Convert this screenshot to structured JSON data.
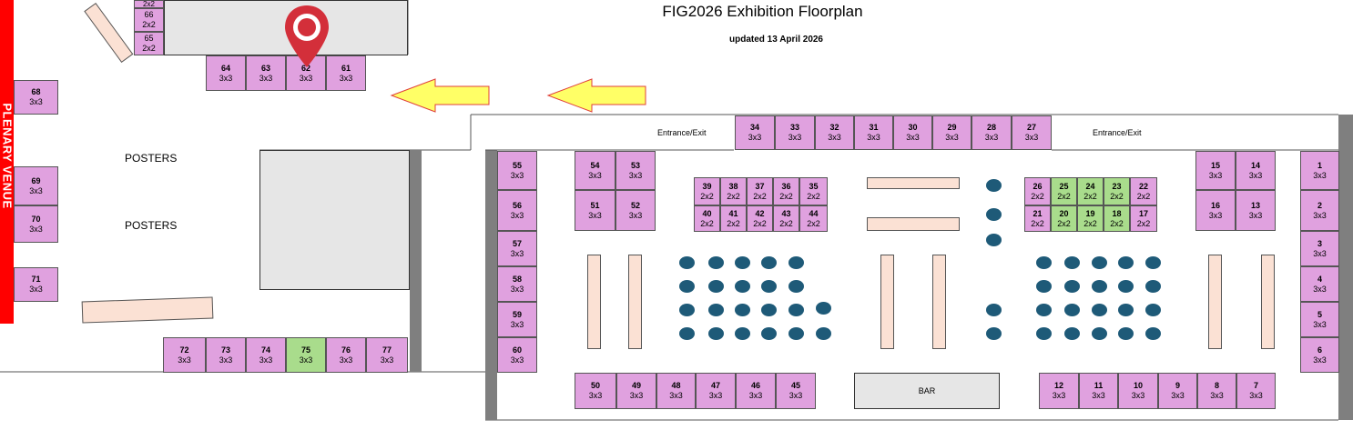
{
  "title": "FIG2026 Exhibition Floorplan",
  "updated": "updated  13 April 2026",
  "plenary": "PLENARY VENUE",
  "posters_1": "POSTERS",
  "posters_2": "POSTERS",
  "entrance_left": "Entrance/Exit",
  "entrance_right": "Entrance/Exit",
  "bar": "BAR",
  "colors": {
    "booth": "#e0a1df",
    "booth_taken_green": "#a9dc8c",
    "table": "#fbe1d4",
    "round_table": "#1e5a78",
    "arrow": "#ffff66",
    "plenary": "#ff0000",
    "marker": "#d32f3a"
  },
  "marker_icon": "map-pin-icon",
  "booths": {
    "top_left_66": {
      "num": "66",
      "size": "2x2"
    },
    "top_left_65": {
      "num": "65",
      "size": "2x2"
    },
    "top_left_cut": {
      "size": "2x2"
    },
    "b64": {
      "num": "64",
      "size": "3x3"
    },
    "b63": {
      "num": "63",
      "size": "3x3"
    },
    "b62": {
      "num": "62",
      "size": "3x3"
    },
    "b61": {
      "num": "61",
      "size": "3x3"
    },
    "b68": {
      "num": "68",
      "size": "3x3"
    },
    "b69": {
      "num": "69",
      "size": "3x3"
    },
    "b70": {
      "num": "70",
      "size": "3x3"
    },
    "b71": {
      "num": "71",
      "size": "3x3"
    },
    "b72": {
      "num": "72",
      "size": "3x3"
    },
    "b73": {
      "num": "73",
      "size": "3x3"
    },
    "b74": {
      "num": "74",
      "size": "3x3"
    },
    "b75": {
      "num": "75",
      "size": "3x3"
    },
    "b76": {
      "num": "76",
      "size": "3x3"
    },
    "b77": {
      "num": "77",
      "size": "3x3"
    },
    "b34": {
      "num": "34",
      "size": "3x3"
    },
    "b33": {
      "num": "33",
      "size": "3x3"
    },
    "b32": {
      "num": "32",
      "size": "3x3"
    },
    "b31": {
      "num": "31",
      "size": "3x3"
    },
    "b30": {
      "num": "30",
      "size": "3x3"
    },
    "b29": {
      "num": "29",
      "size": "3x3"
    },
    "b28": {
      "num": "28",
      "size": "3x3"
    },
    "b27": {
      "num": "27",
      "size": "3x3"
    },
    "b55": {
      "num": "55",
      "size": "3x3"
    },
    "b56": {
      "num": "56",
      "size": "3x3"
    },
    "b57": {
      "num": "57",
      "size": "3x3"
    },
    "b58": {
      "num": "58",
      "size": "3x3"
    },
    "b59": {
      "num": "59",
      "size": "3x3"
    },
    "b60": {
      "num": "60",
      "size": "3x3"
    },
    "b54": {
      "num": "54",
      "size": "3x3"
    },
    "b53": {
      "num": "53",
      "size": "3x3"
    },
    "b51": {
      "num": "51",
      "size": "3x3"
    },
    "b52": {
      "num": "52",
      "size": "3x3"
    },
    "b39": {
      "num": "39",
      "size": "2x2"
    },
    "b38": {
      "num": "38",
      "size": "2x2"
    },
    "b37": {
      "num": "37",
      "size": "2x2"
    },
    "b36": {
      "num": "36",
      "size": "2x2"
    },
    "b35": {
      "num": "35",
      "size": "2x2"
    },
    "b40": {
      "num": "40",
      "size": "2x2"
    },
    "b41": {
      "num": "41",
      "size": "2x2"
    },
    "b42": {
      "num": "42",
      "size": "2x2"
    },
    "b43": {
      "num": "43",
      "size": "2x2"
    },
    "b44": {
      "num": "44",
      "size": "2x2"
    },
    "b26": {
      "num": "26",
      "size": "2x2"
    },
    "b25": {
      "num": "25",
      "size": "2x2"
    },
    "b24": {
      "num": "24",
      "size": "2x2"
    },
    "b23": {
      "num": "23",
      "size": "2x2"
    },
    "b22": {
      "num": "22",
      "size": "2x2"
    },
    "b21": {
      "num": "21",
      "size": "2x2"
    },
    "b20": {
      "num": "20",
      "size": "2x2"
    },
    "b19": {
      "num": "19",
      "size": "2x2"
    },
    "b18": {
      "num": "18",
      "size": "2x2"
    },
    "b17": {
      "num": "17",
      "size": "2x2"
    },
    "b15": {
      "num": "15",
      "size": "3x3"
    },
    "b14": {
      "num": "14",
      "size": "3x3"
    },
    "b16": {
      "num": "16",
      "size": "3x3"
    },
    "b13": {
      "num": "13",
      "size": "3x3"
    },
    "b1": {
      "num": "1",
      "size": "3x3"
    },
    "b2": {
      "num": "2",
      "size": "3x3"
    },
    "b3": {
      "num": "3",
      "size": "3x3"
    },
    "b4": {
      "num": "4",
      "size": "3x3"
    },
    "b5": {
      "num": "5",
      "size": "3x3"
    },
    "b6": {
      "num": "6",
      "size": "3x3"
    },
    "b50": {
      "num": "50",
      "size": "3x3"
    },
    "b49": {
      "num": "49",
      "size": "3x3"
    },
    "b48": {
      "num": "48",
      "size": "3x3"
    },
    "b47": {
      "num": "47",
      "size": "3x3"
    },
    "b46": {
      "num": "46",
      "size": "3x3"
    },
    "b45": {
      "num": "45",
      "size": "3x3"
    },
    "b12": {
      "num": "12",
      "size": "3x3"
    },
    "b11": {
      "num": "11",
      "size": "3x3"
    },
    "b10": {
      "num": "10",
      "size": "3x3"
    },
    "b9": {
      "num": "9",
      "size": "3x3"
    },
    "b8": {
      "num": "8",
      "size": "3x3"
    },
    "b7": {
      "num": "7",
      "size": "3x3"
    }
  }
}
